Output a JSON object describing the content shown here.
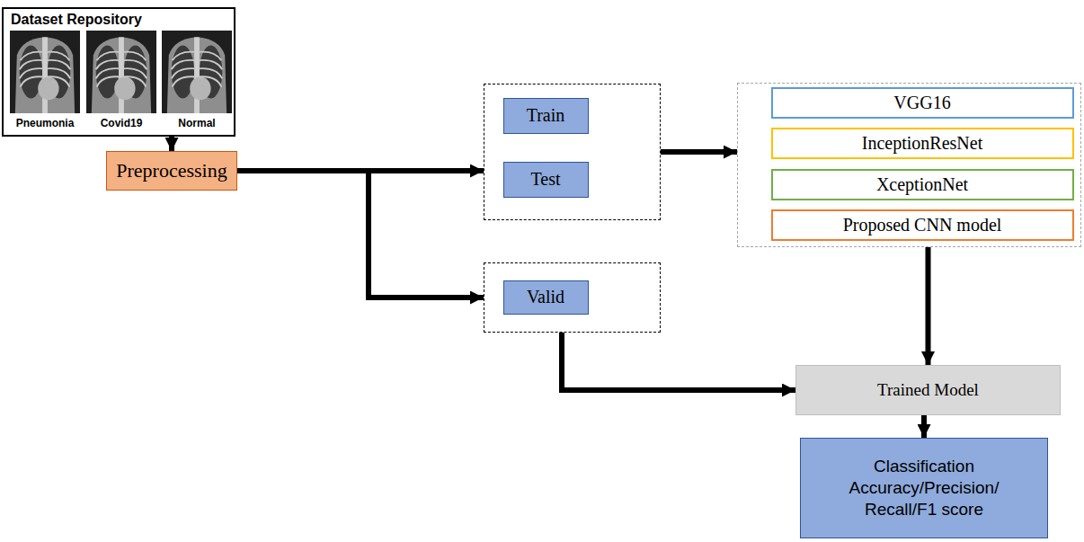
{
  "diagram": {
    "nodes": [
      {
        "text": [
          "Dataset Repository"
        ]
      },
      {
        "text": [
          "Preprocessing"
        ]
      },
      {
        "text": []
      },
      {
        "text": [
          "Train"
        ],
        "in": 2
      },
      {
        "text": [
          "Test"
        ],
        "in": 2
      },
      {
        "text": []
      },
      {
        "text": [
          "Valid"
        ],
        "in": 5
      },
      {
        "text": []
      },
      {
        "text": [
          "VGG16"
        ],
        "in": 7
      },
      {
        "text": [
          "InceptionResNet"
        ],
        "in": 7
      },
      {
        "text": [
          "XceptionNet"
        ],
        "in": 7
      },
      {
        "text": [
          "Proposed CNN model"
        ],
        "in": 7
      },
      {
        "text": [
          "Trained Model"
        ]
      },
      {
        "text": [
          "Classification Accuracy/Precision/ Recall/F1 score"
        ]
      }
    ],
    "edges": [
      {
        "from": 0,
        "to": 1,
        "arrow": "to"
      },
      {
        "from": 1,
        "to": 2,
        "arrow": "to"
      },
      {
        "from": 1,
        "to": 5,
        "arrow": "to"
      },
      {
        "from": 2,
        "to": 7,
        "arrow": "to"
      },
      {
        "from": 5,
        "to": 12,
        "arrow": "to"
      },
      {
        "from": 7,
        "to": 12,
        "arrow": "to"
      },
      {
        "from": 12,
        "to": 13,
        "arrow": "to"
      }
    ],
    "labels": [
      "Pneumonia",
      "Covid19",
      "Normal"
    ]
  }
}
